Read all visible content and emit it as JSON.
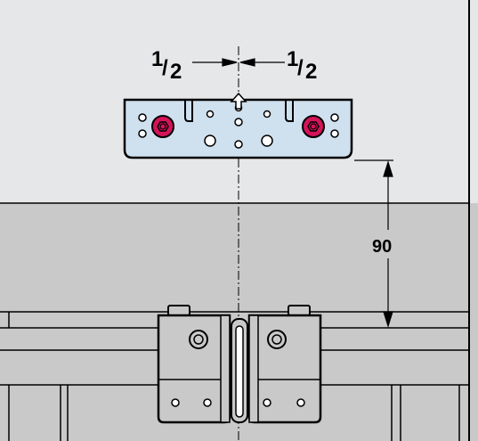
{
  "labels": {
    "left_half_num": "1",
    "left_half_den": "2",
    "right_half_num": "1",
    "right_half_den": "2",
    "vertical_dim": "90"
  },
  "colors": {
    "top_background": "#e6e7e8",
    "cabinet_panel": "#c9c9c9",
    "plate_fill": "#cfe0ef",
    "bolt_fill": "#d4145a",
    "hinge_fill": "#c9c9c9",
    "outline": "#000000"
  }
}
